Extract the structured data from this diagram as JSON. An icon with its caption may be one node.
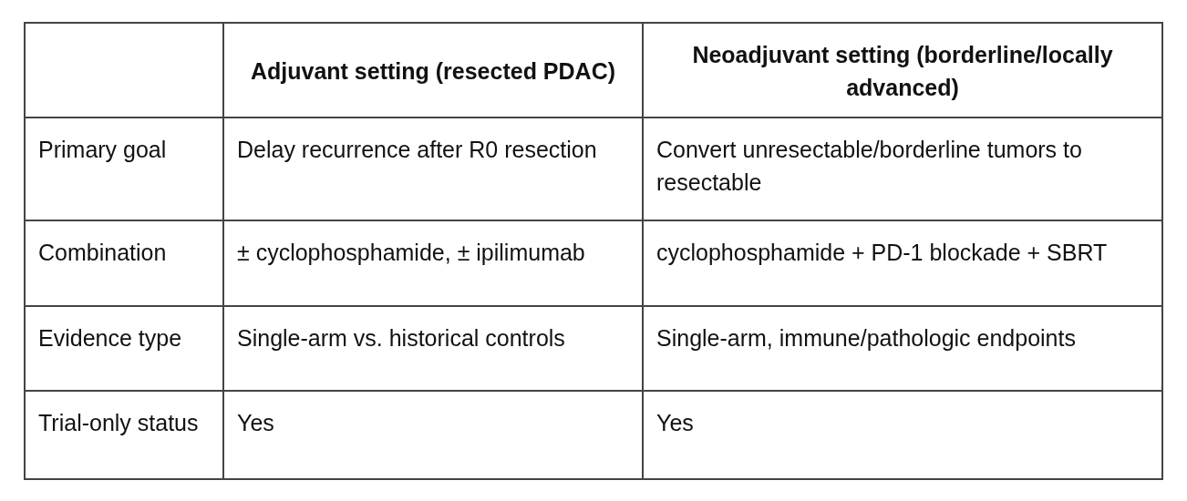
{
  "diagram": {
    "labels": [
      "Adjuvant setting (resected PDAC)",
      "Neoadjuvant setting (borderline/locally advanced)",
      "Primary goal",
      "Delay recurrence after R0 resection",
      "Convert unresectable/borderline tumors to resectable",
      "Combination",
      "± cyclophosphamide, ± ipilimumab",
      "cyclophosphamide + PD-1 blockade + SBRT",
      "Evidence type",
      "Single-arm vs. historical controls",
      "Single-arm, immune/pathologic endpoints",
      "Trial-only status",
      "Yes",
      "Yes"
    ]
  }
}
